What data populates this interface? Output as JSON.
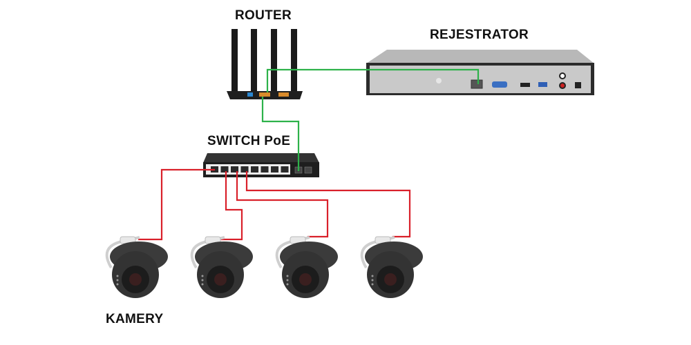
{
  "labels": {
    "router": "ROUTER",
    "recorder": "REJESTRATOR",
    "switch": "SWITCH PoE",
    "cameras": "KAMERY"
  },
  "colors": {
    "lan_cable": "#2db24a",
    "poe_cable": "#d9202a",
    "device_dark": "#2a2a2a",
    "recorder_body": "#c9c9c9"
  },
  "devices": {
    "router_antennas": 4,
    "switch_poe_ports": 8,
    "switch_uplink_ports": 2,
    "cameras_count": 4
  },
  "connections": [
    {
      "from": "router",
      "to": "recorder",
      "type": "lan"
    },
    {
      "from": "router",
      "to": "switch",
      "type": "lan"
    },
    {
      "from": "switch",
      "to": "camera-1",
      "type": "poe"
    },
    {
      "from": "switch",
      "to": "camera-2",
      "type": "poe"
    },
    {
      "from": "switch",
      "to": "camera-3",
      "type": "poe"
    },
    {
      "from": "switch",
      "to": "camera-4",
      "type": "poe"
    }
  ]
}
